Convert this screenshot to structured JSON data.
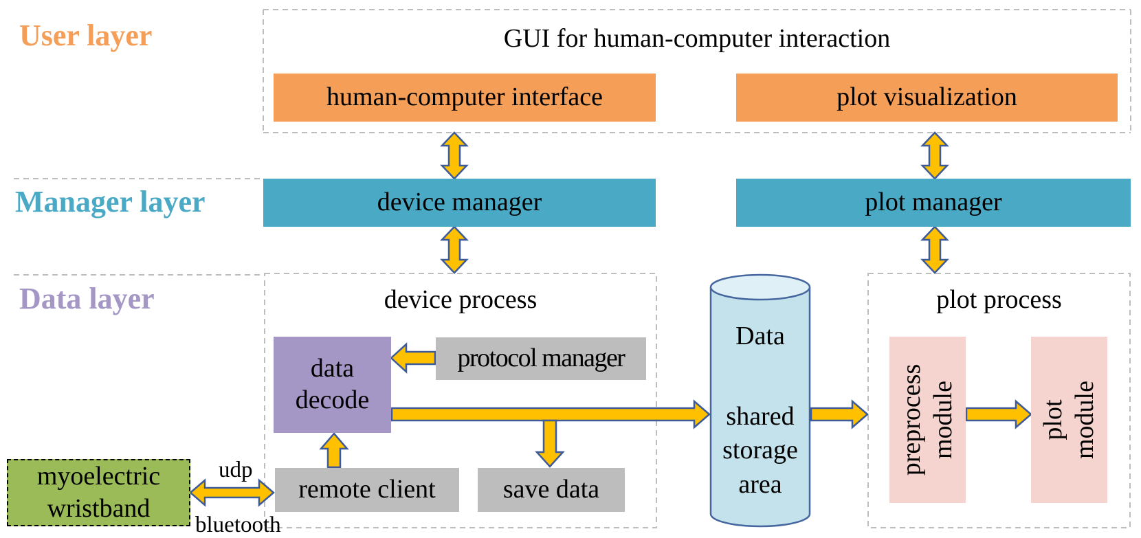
{
  "layers": {
    "user": "User layer",
    "manager": "Manager layer",
    "data": "Data layer"
  },
  "user_layer": {
    "title": "GUI for human-computer interaction",
    "hci": "human-computer interface",
    "plot_vis": "plot visualization"
  },
  "manager_layer": {
    "device_manager": "device manager",
    "plot_manager": "plot manager"
  },
  "data_layer": {
    "device_process": "device process",
    "data_decode": "data decode",
    "protocol_manager": "protocol manager",
    "remote_client": "remote client",
    "save_data": "save data",
    "wristband": "myoelectric wristband",
    "udp": "udp",
    "bluetooth": "bluetooth",
    "storage_title": "Data",
    "storage_sub": "shared storage area",
    "plot_process": "plot process",
    "preprocess_module": "preprocess module",
    "plot_module": "plot module"
  },
  "colors": {
    "user": "#f59e58",
    "manager": "#4aaac6",
    "data_label": "#a597c5",
    "decode": "#a597c5",
    "gray": "#bdbdbd",
    "green": "#9bbb59",
    "cylinder": "#c3e2ec",
    "pink": "#f5d4cf",
    "arrow_fill": "#ffc000",
    "arrow_stroke": "#3d5a99"
  }
}
